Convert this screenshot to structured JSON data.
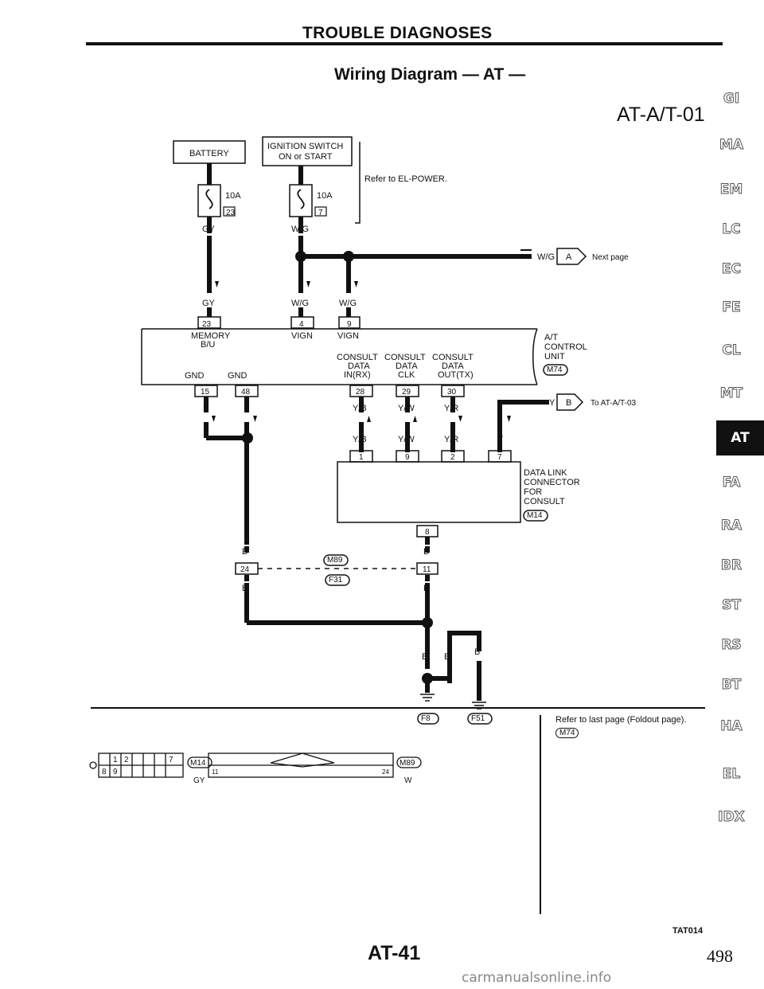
{
  "header": {
    "section": "TROUBLE DIAGNOSES",
    "title": "Wiring Diagram — AT —",
    "diagram_code": "AT-A/T-01"
  },
  "sidebar": {
    "tabs": [
      "GI",
      "MA",
      "EM",
      "LC",
      "EC",
      "FE",
      "CL",
      "MT",
      "AT",
      "FA",
      "RA",
      "BR",
      "ST",
      "RS",
      "BT",
      "HA",
      "EL",
      "IDX"
    ],
    "active": "AT"
  },
  "diagram": {
    "battery": "BATTERY",
    "ignition_line1": "IGNITION SWITCH",
    "ignition_line2": "ON or START",
    "refer_power": "Refer to EL-POWER.",
    "fuse1_amp": "10A",
    "fuse1_no": "23",
    "fuse2_amp": "10A",
    "fuse2_no": "7",
    "gy": "GY",
    "wg": "W/G",
    "next_page": "Next page",
    "conn_a": "A",
    "to_at03": "To AT-A/T-03",
    "conn_b": "B",
    "pin23": "23",
    "pin4": "4",
    "pin9": "9",
    "memory": "MEMORY",
    "bu": "B/U",
    "vign": "VIGN",
    "consult": "CONSULT",
    "data": "DATA",
    "inrx": "IN(RX)",
    "clk": "CLK",
    "outtx": "OUT(TX)",
    "at": "A/T",
    "control": "CONTROL",
    "unit": "UNIT",
    "m74": "M74",
    "gnd": "GND",
    "pin15": "15",
    "pin48": "48",
    "pin28": "28",
    "pin29": "29",
    "pin30": "30",
    "b": "B",
    "yb": "Y/B",
    "yw": "Y/W",
    "yr": "Y/R",
    "y": "Y",
    "dlc_pin1": "1",
    "dlc_pin9": "9",
    "dlc_pin2": "2",
    "dlc_pin7": "7",
    "dlc_pin8": "8",
    "dlc1": "DATA LINK",
    "dlc2": "CONNECTOR",
    "dlc3": "FOR",
    "dlc4": "CONSULT",
    "m14": "M14",
    "pin24": "24",
    "pin11": "11",
    "m89": "M89",
    "f31": "F31",
    "f8": "F8",
    "f51": "F51"
  },
  "connectors": {
    "m14_label": "M14",
    "m14_color": "GY",
    "m89_label": "M89",
    "m89_color": "W",
    "m14_top": [
      "1",
      "2",
      "7"
    ],
    "m14_bot": [
      "8",
      "9"
    ],
    "m89_left": "11",
    "m89_right": "24"
  },
  "footer": {
    "refer_note": "Refer to last page (Foldout page).",
    "refer_conn": "M74",
    "page_code": "AT-41",
    "page_number": "498",
    "figure_id": "TAT014",
    "watermark": "carmanualsonline.info"
  },
  "colors": {
    "ink": "#111111",
    "active_tab": "#111111"
  }
}
